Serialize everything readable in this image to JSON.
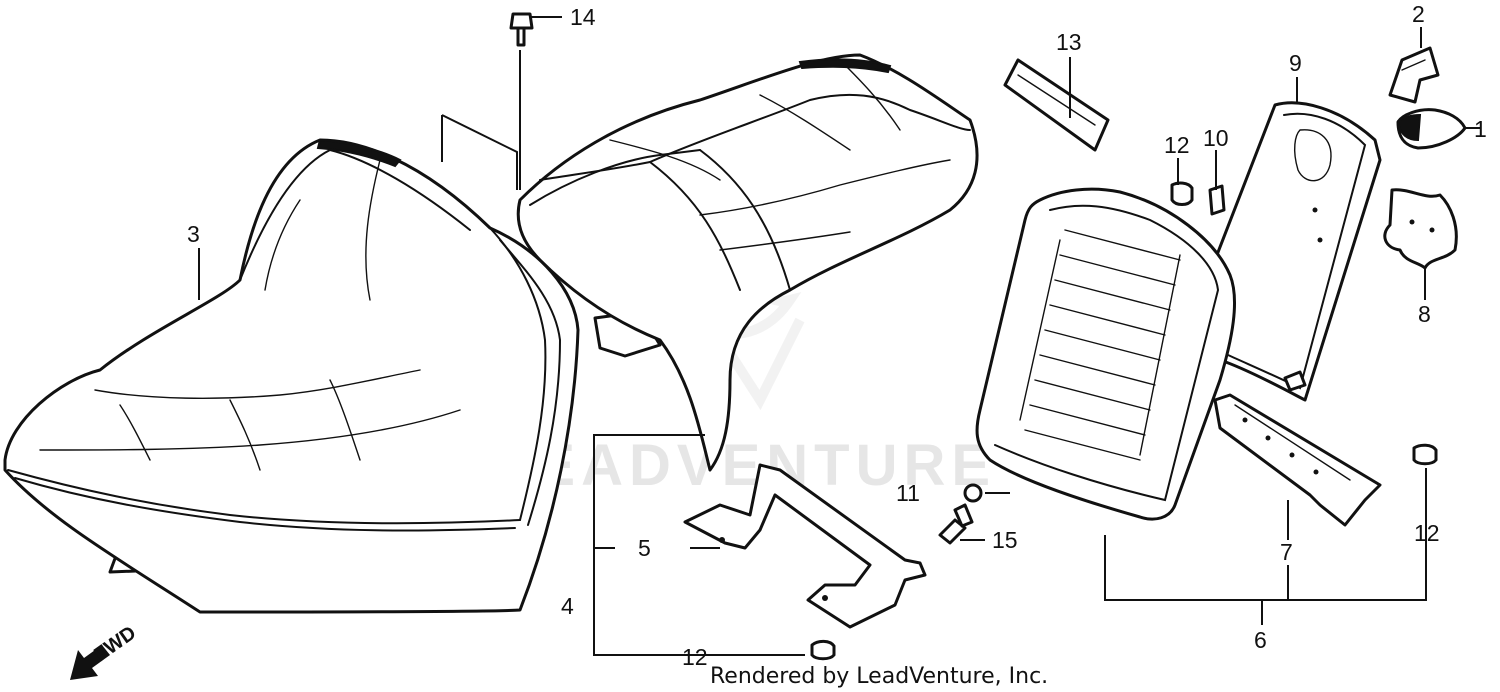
{
  "watermark": "LEADVENTURE",
  "footer": "Rendered by LeadVenture, Inc.",
  "direction_label": "FWD",
  "callouts": {
    "c1": "1",
    "c2": "2",
    "c3": "3",
    "c4": "4",
    "c5": "5",
    "c6": "6",
    "c7": "7",
    "c8": "8",
    "c9": "9",
    "c10": "10",
    "c11": "11",
    "c12a": "12",
    "c12b": "12",
    "c12c": "12",
    "c13": "13",
    "c14": "14",
    "c15": "15"
  }
}
